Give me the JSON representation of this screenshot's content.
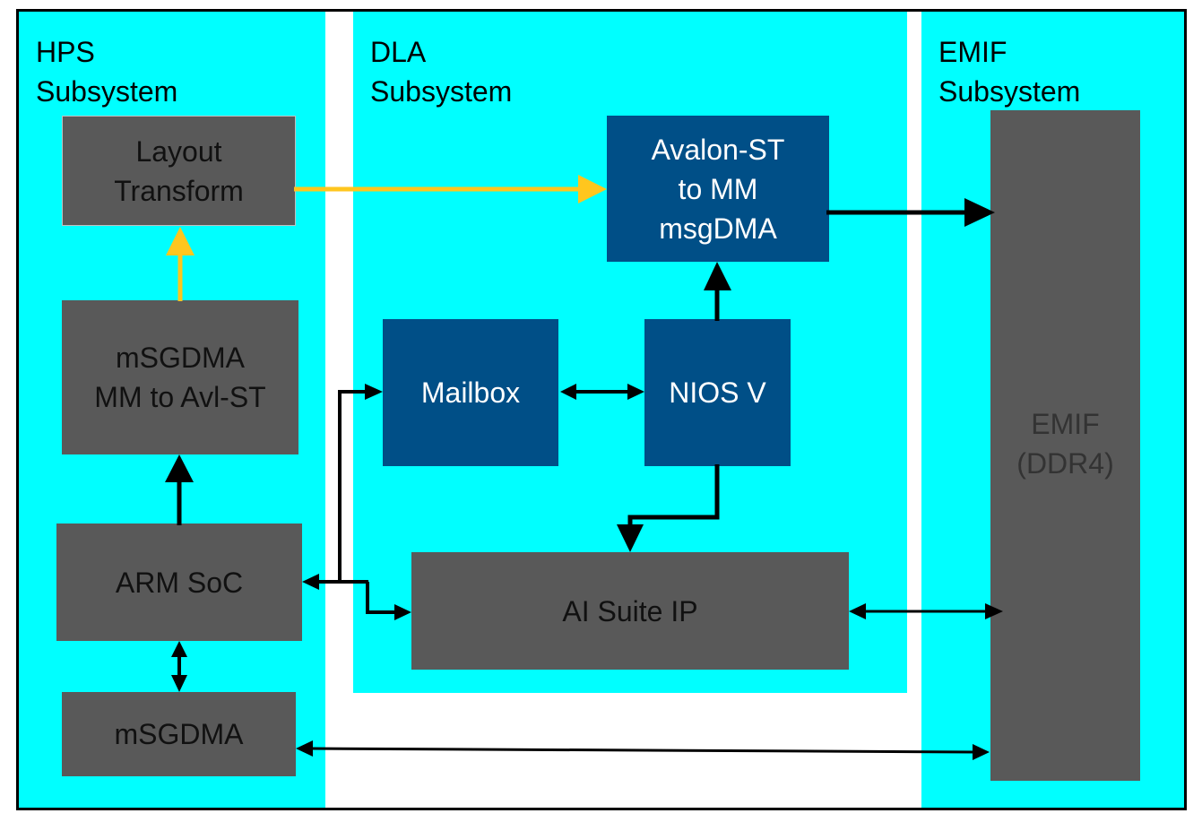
{
  "colors": {
    "subsystem_bg": "#00ffff",
    "gray_block": "#595959",
    "blue_block": "#004f87",
    "data_path_arrow": "#ffc61e",
    "control_arrow": "#000000"
  },
  "subsystems": {
    "hps": {
      "title": "HPS\nSubsystem"
    },
    "dla": {
      "title": "DLA\nSubsystem"
    },
    "emif": {
      "title": "EMIF\nSubsystem"
    }
  },
  "blocks": {
    "layout_transform": "Layout\nTransform",
    "msgdma_mm_to_avlst": "mSGDMA\nMM to Avl-ST",
    "arm_soc": "ARM SoC",
    "msgdma": "mSGDMA",
    "avalon_st_to_mm": "Avalon-ST\nto MM\nmsgDMA",
    "mailbox": "Mailbox",
    "nios_v": "NIOS V",
    "ai_suite_ip": "AI Suite IP",
    "emif_ddr4": "EMIF\n(DDR4)"
  },
  "connections": [
    {
      "from": "msgdma_mm_to_avlst",
      "to": "layout_transform",
      "type": "data",
      "color": "yellow"
    },
    {
      "from": "layout_transform",
      "to": "avalon_st_to_mm",
      "type": "data",
      "color": "yellow"
    },
    {
      "from": "avalon_st_to_mm",
      "to": "emif_ddr4",
      "type": "one-way"
    },
    {
      "from": "nios_v",
      "to": "avalon_st_to_mm",
      "type": "one-way"
    },
    {
      "from": "mailbox",
      "to": "nios_v",
      "type": "bidirectional"
    },
    {
      "from": "nios_v",
      "to": "ai_suite_ip",
      "type": "one-way"
    },
    {
      "from": "arm_soc",
      "to": "msgdma_mm_to_avlst",
      "type": "one-way"
    },
    {
      "from": "arm_soc",
      "to": "msgdma",
      "type": "bidirectional"
    },
    {
      "from": "arm_soc",
      "to": "mailbox",
      "type": "bidirectional"
    },
    {
      "from": "arm_soc",
      "to": "ai_suite_ip",
      "type": "bidirectional"
    },
    {
      "from": "ai_suite_ip",
      "to": "emif_ddr4",
      "type": "bidirectional"
    },
    {
      "from": "msgdma",
      "to": "emif_ddr4",
      "type": "bidirectional"
    }
  ]
}
